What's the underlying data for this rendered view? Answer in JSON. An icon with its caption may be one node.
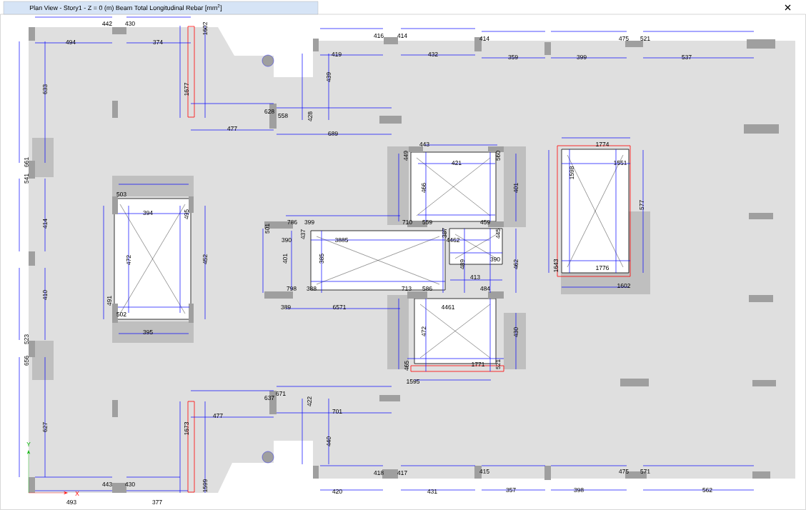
{
  "diagram": {
    "title": "Plan View - Story1 - Z = 0 (m)  Beam Total Longitudinal Rebar  [mm$^{2}$]",
    "labels": [
      "442",
      "430",
      "1602",
      "494",
      "374",
      "416",
      "414",
      "414",
      "475",
      "521",
      "419",
      "432",
      "359",
      "399",
      "537",
      "439",
      "633",
      "1677",
      "628",
      "558",
      "428",
      "477",
      "689",
      "443",
      "1774",
      "449",
      "560",
      "421",
      "1551",
      "1598",
      "661",
      "541",
      "466",
      "401",
      "577",
      "503",
      "394",
      "495",
      "786",
      "399",
      "501",
      "437",
      "390",
      "3885",
      "387",
      "4462",
      "445",
      "710",
      "559",
      "459",
      "414",
      "472",
      "452",
      "401",
      "385",
      "390",
      "489",
      "462",
      "1643",
      "1776",
      "413",
      "798",
      "388",
      "713",
      "586",
      "484",
      "1602",
      "491",
      "502",
      "389",
      "6571",
      "4461",
      "395",
      "410",
      "472",
      "430",
      "523",
      "656",
      "465",
      "1771",
      "521",
      "1595",
      "637",
      "671",
      "422",
      "701",
      "477",
      "627",
      "440",
      "1673",
      "Y",
      "418",
      "417",
      "415",
      "475",
      "571",
      "443",
      "430",
      "1599",
      "X",
      "420",
      "431",
      "357",
      "398",
      "562",
      "493",
      "377"
    ]
  }
}
